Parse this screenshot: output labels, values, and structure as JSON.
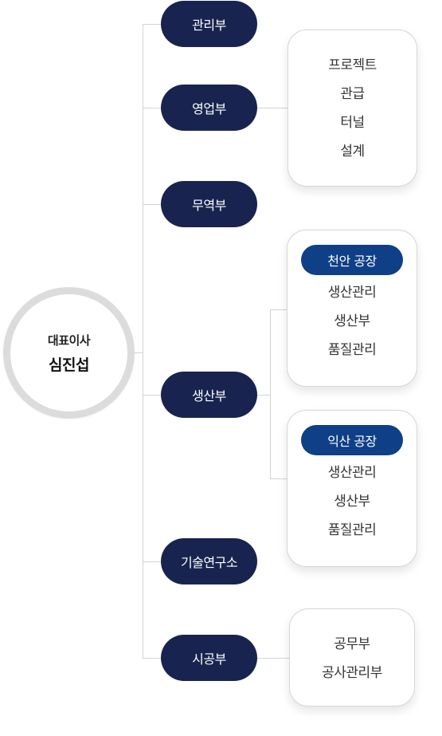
{
  "ceo": {
    "title": "대표이사",
    "name": "심진섭"
  },
  "departments": [
    {
      "label": "관리부"
    },
    {
      "label": "영업부"
    },
    {
      "label": "무역부"
    },
    {
      "label": "생산부"
    },
    {
      "label": "기술연구소"
    },
    {
      "label": "시공부"
    }
  ],
  "sales_box": {
    "items": [
      "프로젝트",
      "관급",
      "터널",
      "설계"
    ]
  },
  "factories": [
    {
      "name": "천안 공장",
      "items": [
        "생산관리",
        "생산부",
        "품질관리"
      ]
    },
    {
      "name": "익산 공장",
      "items": [
        "생산관리",
        "생산부",
        "품질관리"
      ]
    }
  ],
  "construction_box": {
    "items": [
      "공무부",
      "공사관리부"
    ]
  },
  "colors": {
    "dept_bg": "#18244f",
    "factory_bg": "#0f3f86",
    "line": "#d3d3d3"
  }
}
